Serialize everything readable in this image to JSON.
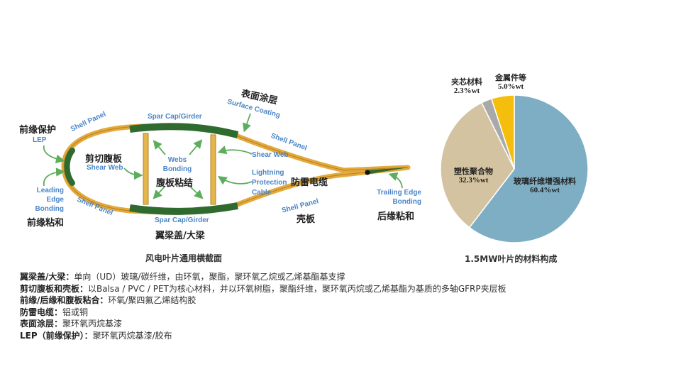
{
  "diagram": {
    "caption": "风电叶片通用横截面",
    "labels": {
      "lep_cn": "前缘保护",
      "lep_en": "LEP",
      "shell_panel_tl": "Shell Panel",
      "spar_cap_top": "Spar Cap/Girder",
      "surface_coating_cn": "表面涂层",
      "surface_coating_en": "Surface Coating",
      "shell_panel_tr": "Shell Panel",
      "shear_web_cn": "剪切腹板",
      "shear_web_en": "Shear Web",
      "webs_bonding_en1": "Webs",
      "webs_bonding_en2": "Bonding",
      "webs_bonding_cn": "腹板粘结",
      "shear_web_right_en": "Shear Web",
      "lightning_en1": "Lightning",
      "lightning_en2": "Protection",
      "lightning_en3": "Cable",
      "lightning_cn": "防雷电缆",
      "le_bonding_en1": "Leading",
      "le_bonding_en2": "Edge",
      "le_bonding_en3": "Bonding",
      "le_bonding_cn": "前缘粘和",
      "shell_panel_bl": "Shell Panel",
      "spar_cap_bottom_en": "Spar Cap/Girder",
      "spar_cap_bottom_cn": "翼梁盖/大梁",
      "shell_panel_br_en": "Shell Panel",
      "shell_panel_br_cn": "壳板",
      "te_bonding_en1": "Trailing Edge",
      "te_bonding_en2": "Bonding",
      "te_bonding_cn": "后缘粘和"
    },
    "colors": {
      "shell": "#e3a93a",
      "spar": "#2f6b2f",
      "label_en": "#4a86c8",
      "arrow": "#5cae5c"
    }
  },
  "chart_data": {
    "type": "pie",
    "title": "1.5MW叶片的材料构成",
    "unit": "%wt",
    "start_angle": "12 o'clock, clockwise",
    "slices": [
      {
        "name": "玻璃纤维增强材料",
        "value": 60.4,
        "label": "60.4%wt",
        "color": "#7eaec4"
      },
      {
        "name": "塑性聚合物",
        "value": 32.3,
        "label": "32.3%wt",
        "color": "#d3c3a0"
      },
      {
        "name": "夹芯材料",
        "value": 2.3,
        "label": "2.3%wt",
        "color": "#a9a9a9"
      },
      {
        "name": "金属件等",
        "value": 5.0,
        "label": "5.0%wt",
        "color": "#f5bd0c"
      }
    ]
  },
  "notes": [
    {
      "key": "翼梁盖/大梁：",
      "text": "单向（UD）玻璃/碳纤维，由环氧，聚酯，聚环氧乙烷或乙烯基酯基支撑"
    },
    {
      "key": "剪切腹板和壳板：",
      "text": "以Balsa / PVC / PET为核心材料，并以环氧树脂，聚酯纤维，聚环氧丙烷或乙烯基酯为基质的多轴GFRP夹层板"
    },
    {
      "key": "前缘/后缘和腹板粘合：",
      "text": "环氧/聚四氟乙烯结构胶"
    },
    {
      "key": "防雷电缆：",
      "text": "铝或铜"
    },
    {
      "key": "表面涂层：",
      "text": "聚环氧丙烷基漆"
    },
    {
      "key": "LEP（前缘保护）：",
      "text": "聚环氧丙烷基漆/胶布"
    }
  ]
}
